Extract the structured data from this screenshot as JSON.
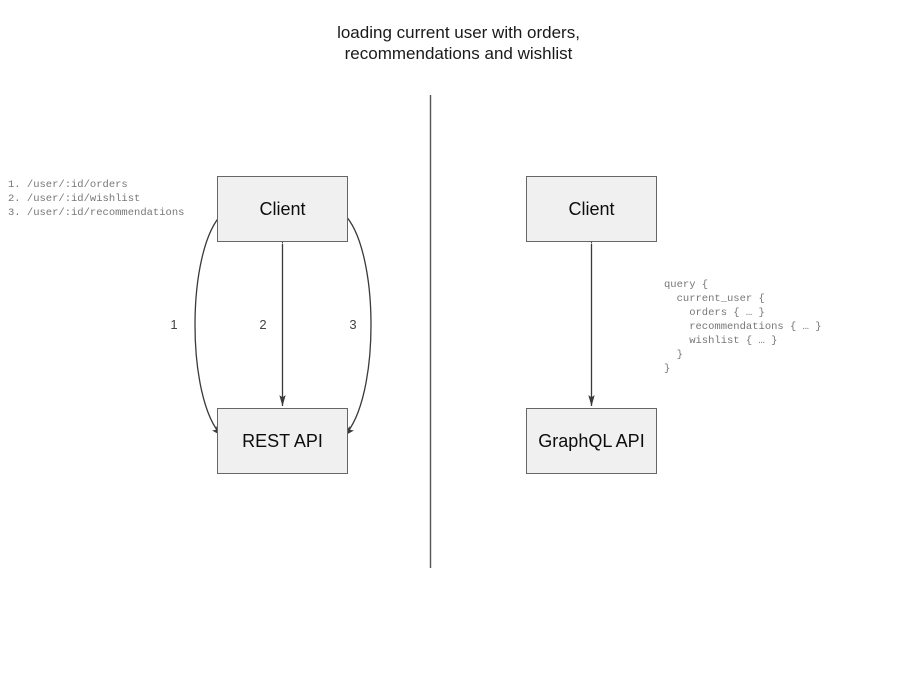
{
  "diagram": {
    "title": "loading current user with orders,\nrecommendations and wishlist",
    "divider_label": "vertical-divider",
    "colors": {
      "node_fill": "#f0f0f0",
      "node_border": "#666666",
      "stroke": "#555555",
      "code_text": "#777777",
      "title_text": "#1a1a1a"
    },
    "left_panel": {
      "name": "rest-approach",
      "nodes": [
        {
          "id": "client-left",
          "label": "Client"
        },
        {
          "id": "rest-api",
          "label": "REST API"
        }
      ],
      "endpoints_block": "1. /user/:id/orders\n2. /user/:id/wishlist\n3. /user/:id/recommendations",
      "endpoints": [
        {
          "index": "1.",
          "path": "/user/:id/orders"
        },
        {
          "index": "2.",
          "path": "/user/:id/wishlist"
        },
        {
          "index": "3.",
          "path": "/user/:id/recommendations"
        }
      ],
      "arrows": [
        {
          "id": "arrow-1",
          "label": "1",
          "shape": "curved-left",
          "heads": "both"
        },
        {
          "id": "arrow-2",
          "label": "2",
          "shape": "straight",
          "heads": "both"
        },
        {
          "id": "arrow-3",
          "label": "3",
          "shape": "curved-right",
          "heads": "both"
        }
      ]
    },
    "right_panel": {
      "name": "graphql-approach",
      "nodes": [
        {
          "id": "client-right",
          "label": "Client"
        },
        {
          "id": "graphql-api",
          "label": "GraphQL API"
        }
      ],
      "query_block": "query {\n  current_user {\n    orders { … }\n    recommendations { … }\n    wishlist { … }\n  }\n}",
      "arrows": [
        {
          "id": "arrow-graphql",
          "label": "",
          "shape": "straight",
          "heads": "both"
        }
      ]
    }
  }
}
